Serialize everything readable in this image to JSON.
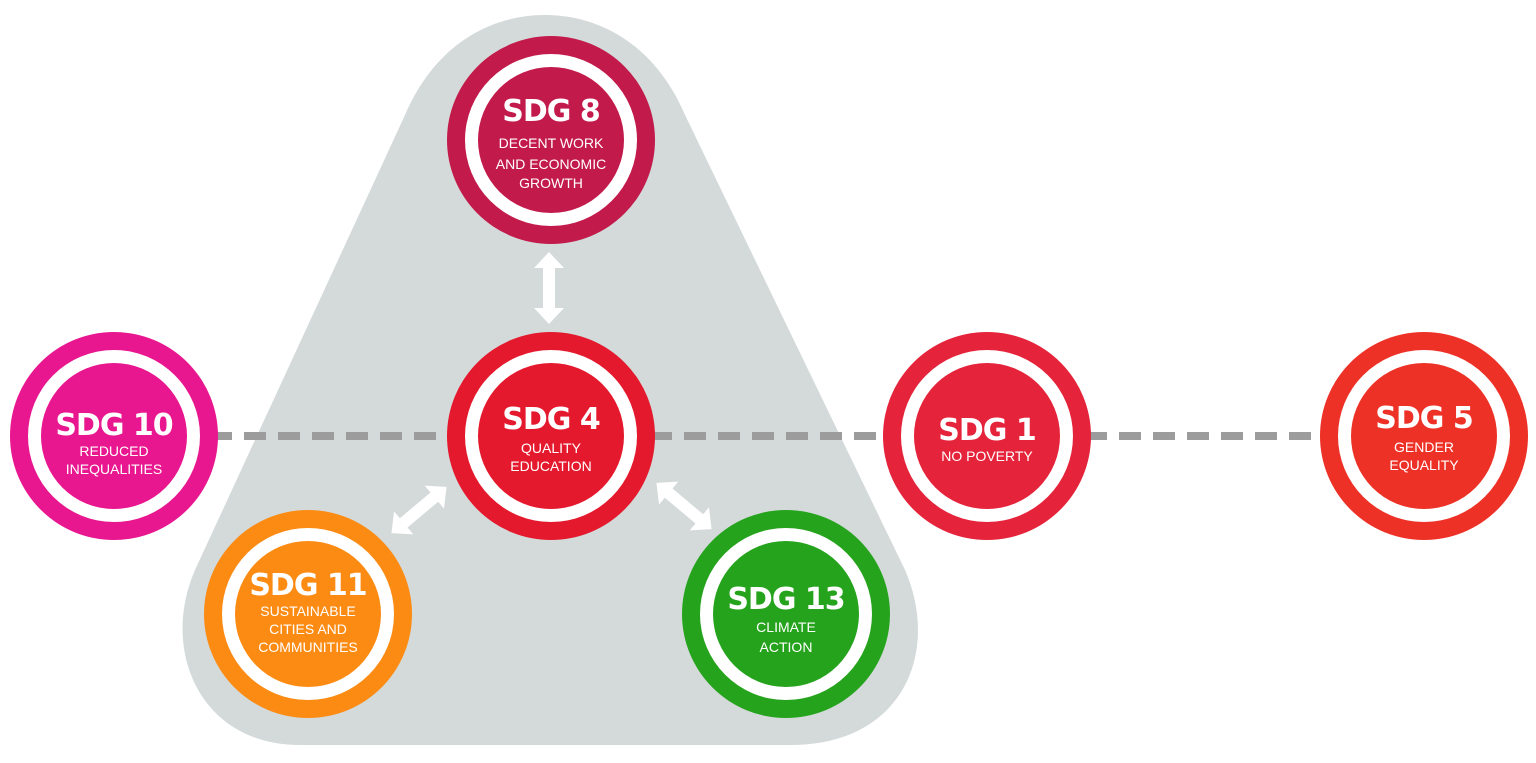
{
  "colors": {
    "background": "#ffffff",
    "cluster_fill": "#d3dad9",
    "dashed_line": "#9c9c9c",
    "arrow": "#ffffff",
    "sdg8": "#c31a4c",
    "sdg4": "#e5192d",
    "sdg10": "#e8168f",
    "sdg1": "#e5233a",
    "sdg5": "#ee3127",
    "sdg11": "#fc8b14",
    "sdg13": "#26a31d"
  },
  "nodes": {
    "sdg8": {
      "title": "SDG 8",
      "lines": [
        "DECENT WORK",
        "AND ECONOMIC",
        "GROWTH"
      ],
      "color": "#c31a4c"
    },
    "sdg4": {
      "title": "SDG 4",
      "lines": [
        "QUALITY",
        "EDUCATION"
      ],
      "color": "#e5192d"
    },
    "sdg10": {
      "title": "SDG 10",
      "lines": [
        "REDUCED",
        "INEQUALITIES"
      ],
      "color": "#e8168f"
    },
    "sdg1": {
      "title": "SDG 1",
      "lines": [
        "NO POVERTY"
      ],
      "color": "#e5233a"
    },
    "sdg5": {
      "title": "SDG 5",
      "lines": [
        "GENDER",
        "EQUALITY"
      ],
      "color": "#ee3127"
    },
    "sdg11": {
      "title": "SDG 11",
      "lines": [
        "SUSTAINABLE",
        "CITIES AND",
        "COMMUNITIES"
      ],
      "color": "#fc8b14"
    },
    "sdg13": {
      "title": "SDG 13",
      "lines": [
        "CLIMATE",
        "ACTION"
      ],
      "color": "#26a31d"
    }
  },
  "links": {
    "dashed": [
      "sdg10-sdg4",
      "sdg4-sdg1",
      "sdg1-sdg5"
    ],
    "bidirectional": [
      "sdg4-sdg8",
      "sdg4-sdg11",
      "sdg4-sdg13"
    ]
  }
}
